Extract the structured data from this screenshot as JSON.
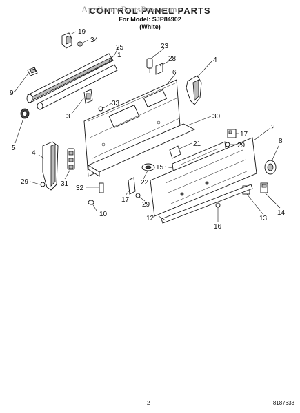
{
  "header": {
    "watermark": "AppliancePartsPros.com",
    "title": "CONTROL PANEL PARTS",
    "model_line": "For Model: SJP84902",
    "color_line": "(White)"
  },
  "callouts": {
    "c19": "19",
    "c34": "34",
    "c1": "1",
    "c25": "25",
    "c23": "23",
    "c28": "28",
    "c6": "6",
    "c4a": "4",
    "c9": "9",
    "c3": "3",
    "c33": "33",
    "c5": "5",
    "c30": "30",
    "c17a": "17",
    "c2": "2",
    "c21": "21",
    "c29a": "29",
    "c8": "8",
    "c4b": "4",
    "c15": "15",
    "c22": "22",
    "c29b": "29",
    "c31": "31",
    "c32": "32",
    "c17b": "17",
    "c29c": "29",
    "c10": "10",
    "c12": "12",
    "c13": "13",
    "c14": "14",
    "c16": "16"
  },
  "footer": {
    "page": "2",
    "doc_number": "8187633"
  }
}
